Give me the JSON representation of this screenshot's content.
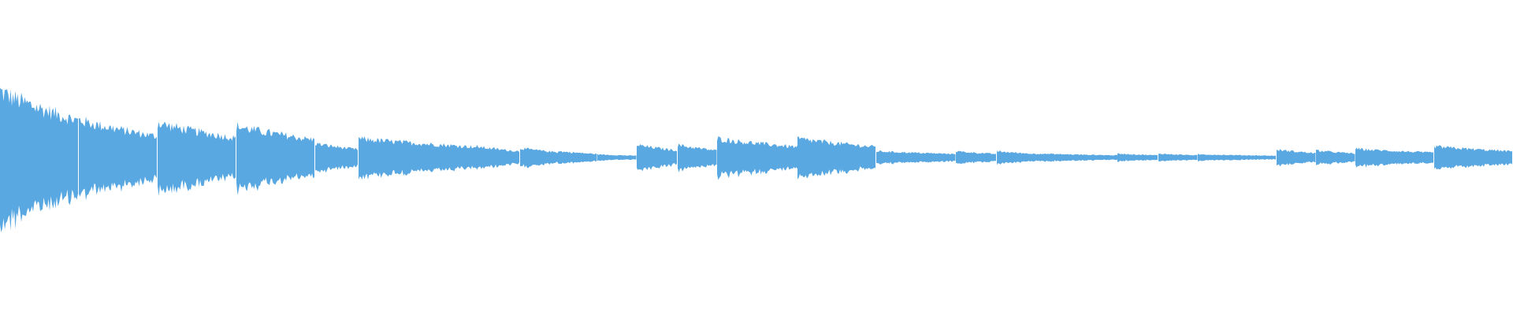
{
  "waveform": {
    "color": "#5aa8e2",
    "background": "#ffffff",
    "baseline": "center",
    "duration_units": 1920,
    "segments": [
      {
        "start": 0,
        "end": 100,
        "amp": 0.42
      },
      {
        "start": 100,
        "end": 200,
        "amp": 0.24
      },
      {
        "start": 200,
        "end": 300,
        "amp": 0.22
      },
      {
        "start": 300,
        "end": 400,
        "amp": 0.2
      },
      {
        "start": 400,
        "end": 455,
        "amp": 0.09
      },
      {
        "start": 455,
        "end": 605,
        "amp": 0.12
      },
      {
        "start": 605,
        "end": 660,
        "amp": 0.07
      },
      {
        "start": 660,
        "end": 708,
        "amp": 0.06
      },
      {
        "start": 708,
        "end": 758,
        "amp": 0.04
      },
      {
        "start": 758,
        "end": 808,
        "amp": 0.02
      },
      {
        "start": 808,
        "end": 860,
        "amp": 0.08
      },
      {
        "start": 860,
        "end": 910,
        "amp": 0.08
      },
      {
        "start": 910,
        "end": 1012,
        "amp": 0.12
      },
      {
        "start": 1012,
        "end": 1112,
        "amp": 0.12
      },
      {
        "start": 1112,
        "end": 1213,
        "amp": 0.04
      },
      {
        "start": 1213,
        "end": 1265,
        "amp": 0.04
      },
      {
        "start": 1265,
        "end": 1316,
        "amp": 0.04
      },
      {
        "start": 1316,
        "end": 1418,
        "amp": 0.025
      },
      {
        "start": 1418,
        "end": 1470,
        "amp": 0.025
      },
      {
        "start": 1470,
        "end": 1520,
        "amp": 0.025
      },
      {
        "start": 1520,
        "end": 1620,
        "amp": 0.02
      },
      {
        "start": 1620,
        "end": 1670,
        "amp": 0.05
      },
      {
        "start": 1670,
        "end": 1720,
        "amp": 0.045
      },
      {
        "start": 1720,
        "end": 1820,
        "amp": 0.055
      },
      {
        "start": 1820,
        "end": 1920,
        "amp": 0.07
      }
    ]
  }
}
